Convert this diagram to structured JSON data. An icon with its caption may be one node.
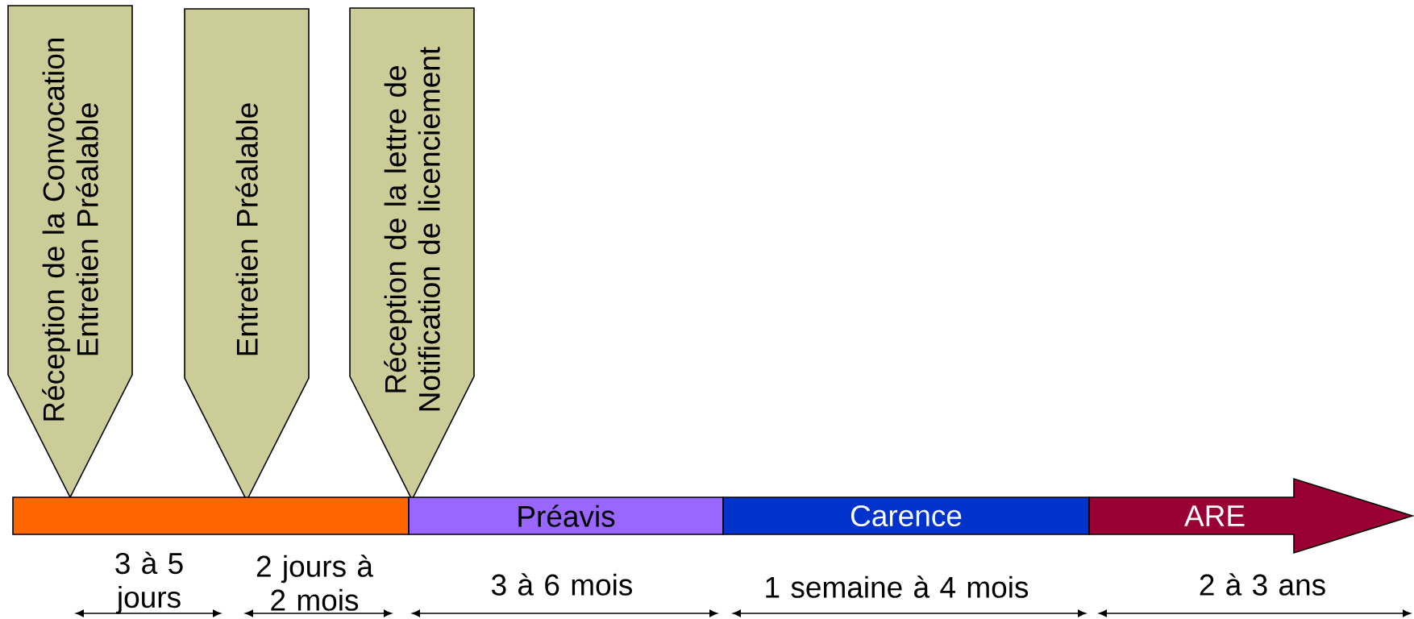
{
  "diagram": {
    "nodes": [
      {
        "text": [
          "Réception de la Convocation Entretien Préalable"
        ]
      },
      {
        "text": [
          "Entretien Préalable"
        ]
      },
      {
        "text": [
          "Réception de la lettre de Notification de licenciement"
        ]
      },
      {
        "text": [],
        "shape": "bar"
      },
      {
        "text": [
          "Préavis"
        ]
      },
      {
        "text": [
          "Carence"
        ]
      },
      {
        "text": [
          "ARE"
        ]
      }
    ],
    "labels": [
      "3 à 5 jours",
      "2 jours à 2 mois",
      "3 à 6 mois",
      "1 semaine à 4 mois",
      "2 à 3 ans"
    ]
  }
}
